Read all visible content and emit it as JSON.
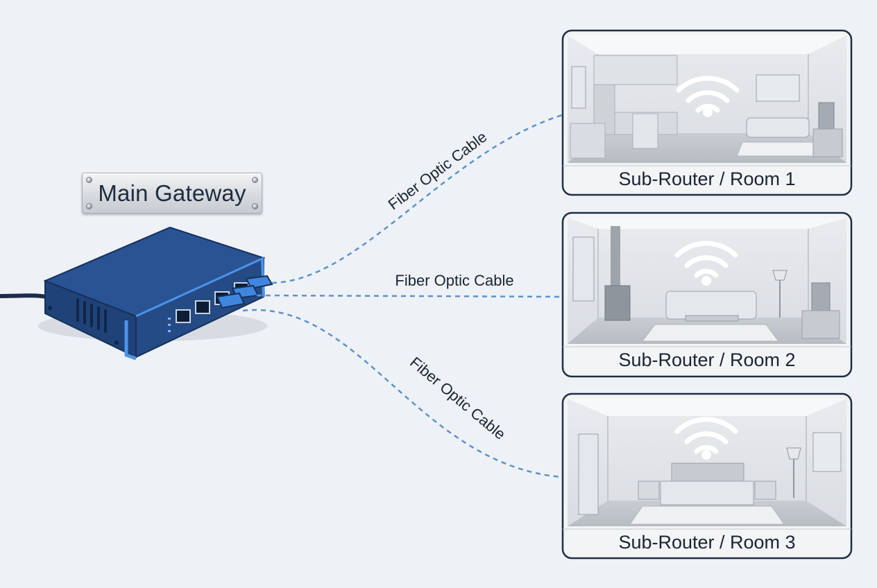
{
  "gateway": {
    "label": "Main Gateway"
  },
  "cables": [
    {
      "label": "Fiber Optic Cable"
    },
    {
      "label": "Fiber Optic Cable"
    },
    {
      "label": "Fiber Optic Cable"
    }
  ],
  "rooms": [
    {
      "label": "Sub-Router / Room 1",
      "type": "kitchen-living"
    },
    {
      "label": "Sub-Router / Room 2",
      "type": "living-room"
    },
    {
      "label": "Sub-Router / Room 3",
      "type": "bedroom"
    }
  ],
  "colors": {
    "background": "#eef1f6",
    "router_body": "#234a86",
    "router_accent": "#3b7ed6",
    "cable": "#5b92c9",
    "panel_border": "#1f2f45",
    "wifi": "#ffffff"
  }
}
